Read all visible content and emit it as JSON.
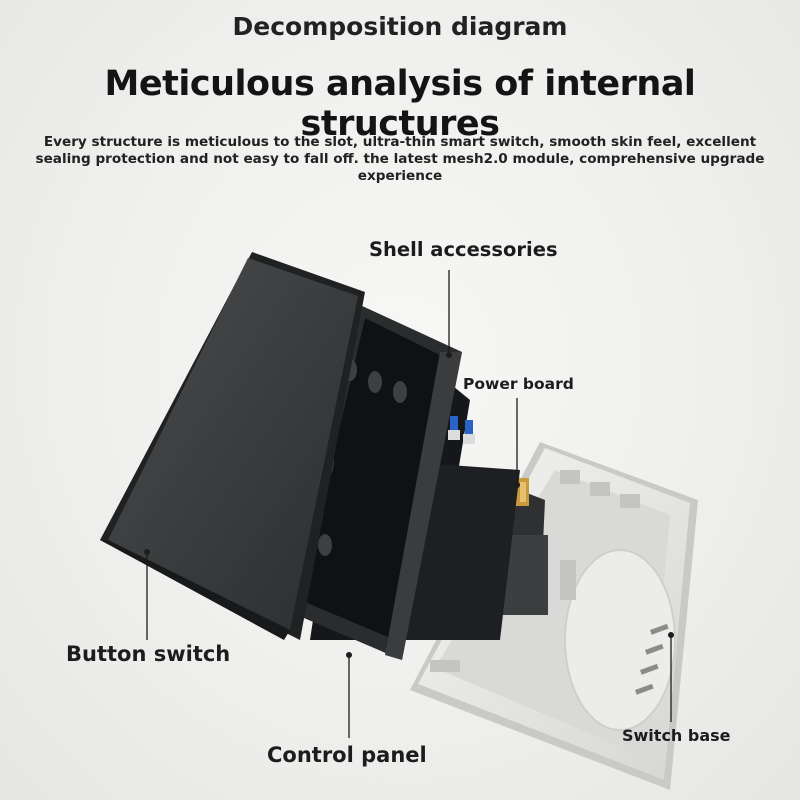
{
  "header": {
    "kicker": "Decomposition diagram",
    "headline": "Meticulous analysis of internal structures",
    "description": "Every structure is meticulous to the slot, ultra-thin smart switch, smooth skin feel, excellent sealing protection and not easy to fall off. the latest mesh2.0 module, comprehensive upgrade experience"
  },
  "callouts": {
    "shell_accessories": "Shell accessories",
    "power_board": "Power board",
    "button_switch": "Button switch",
    "control_panel": "Control panel",
    "switch_base": "Switch base"
  },
  "colors": {
    "background": "#efefed",
    "panel_dark": "#3a3c3e",
    "panel_black": "#15171a",
    "base_white": "#e8e8e6",
    "connector_blue": "#2a63c8",
    "terminal_gold": "#c89a3c"
  }
}
